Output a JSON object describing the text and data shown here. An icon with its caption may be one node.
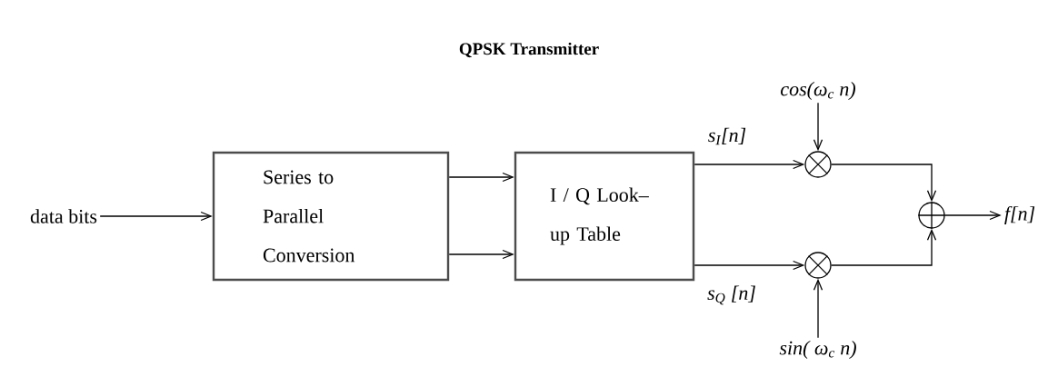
{
  "diagram": {
    "title": "QPSK Transmitter",
    "nodes": [
      {
        "text": [
          "data bits"
        ]
      },
      {
        "text": [
          "Series to Parallel Conversion"
        ]
      },
      {
        "text": [
          "I / Q Look–up Table"
        ]
      },
      {
        "text": [],
        "shape": "circle"
      },
      {
        "text": [],
        "shape": "circle"
      },
      {
        "text": [
          "cos(ω$_{c}$ n)"
        ]
      },
      {
        "text": [
          "sin( ω$_{c}$ n)"
        ]
      },
      {
        "text": [],
        "shape": "circle"
      },
      {
        "text": [
          "f[n]"
        ]
      }
    ],
    "edges": [
      {
        "from": 0,
        "to": 1,
        "arrow": "to"
      },
      {
        "from": 1,
        "to": 2,
        "arrow": "to"
      },
      {
        "from": 1,
        "to": 2,
        "arrow": "to"
      },
      {
        "from": 2,
        "to": 3,
        "arrow": "to",
        "label": "s$_{I}$[n]"
      },
      {
        "from": 2,
        "to": 4,
        "arrow": "to",
        "label": "s$_{Q}$ [n]"
      },
      {
        "from": 5,
        "to": 3,
        "arrow": "to"
      },
      {
        "from": 6,
        "to": 4,
        "arrow": "to"
      },
      {
        "from": 3,
        "to": 7,
        "arrow": "to"
      },
      {
        "from": 4,
        "to": 7,
        "arrow": "to"
      },
      {
        "from": 7,
        "to": 8,
        "arrow": "to"
      }
    ]
  }
}
